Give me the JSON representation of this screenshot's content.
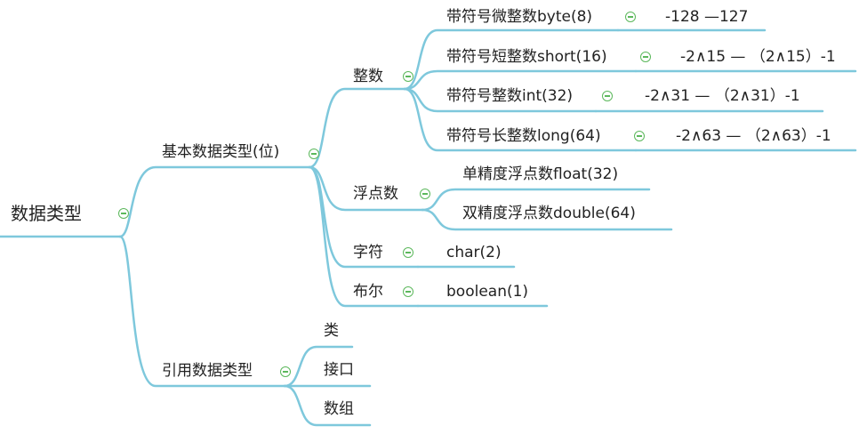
{
  "root": {
    "label": "数据类型"
  },
  "primitive": {
    "label": "基本数据类型(位)",
    "integer": {
      "label": "整数",
      "byte": {
        "name": "带符号微整数byte(8)",
        "range": "-128 —127"
      },
      "short": {
        "name": "带符号短整数short(16)",
        "range": "-2∧15 — （2∧15）-1"
      },
      "int": {
        "name": "带符号整数int(32)",
        "range": "-2∧31 — （2∧31）-1"
      },
      "long": {
        "name": "带符号长整数long(64)",
        "range": "-2∧63 — （2∧63）-1"
      }
    },
    "floating": {
      "label": "浮点数",
      "float": "单精度浮点数float(32)",
      "double": "双精度浮点数double(64)"
    },
    "char": {
      "label": "字符",
      "value": "char(2)"
    },
    "boolean": {
      "label": "布尔",
      "value": "boolean(1)"
    }
  },
  "reference": {
    "label": "引用数据类型",
    "class": "类",
    "interface": "接口",
    "array": "数组"
  },
  "colors": {
    "branch": "#7ec8dc",
    "toggle": "#5cb85c",
    "text": "#222222"
  },
  "icons": {
    "toggle": "collapse-minus-icon"
  }
}
